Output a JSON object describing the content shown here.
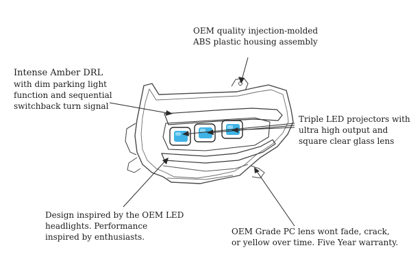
{
  "callouts": {
    "housing": {
      "lines": [
        "OEM quality injection-molded",
        "ABS plastic housing assembly"
      ]
    },
    "drl": {
      "heading": "Intense Amber DRL",
      "lines": [
        "with dim parking light",
        "function and sequential",
        "switchback turn signal"
      ]
    },
    "projectors": {
      "lines": [
        "Triple LED projectors with",
        "ultra high output and",
        "square clear glass lens"
      ]
    },
    "design": {
      "lines": [
        "Design inspired by the OEM LED",
        "headlights. Performance",
        "inspired by enthusiasts."
      ]
    },
    "lens": {
      "lines": [
        "OEM Grade PC lens wont fade, crack,",
        "or yellow over time. Five Year warranty."
      ]
    }
  },
  "colors": {
    "line": "#2a2a2a",
    "outline": "#4a4a4a",
    "projector_glass": "#3fb3e6",
    "projector_glass_light": "#8fd6f4"
  }
}
